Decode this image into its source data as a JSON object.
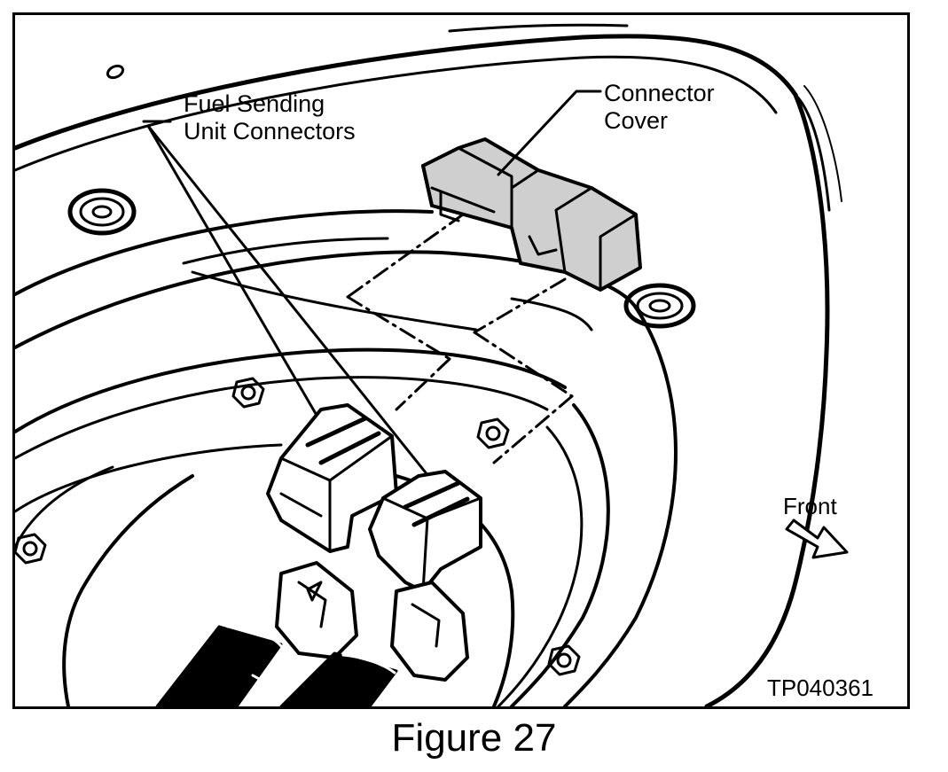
{
  "labels": {
    "fuel_sending_line1": "Fuel Sending",
    "fuel_sending_line2": "Unit Connectors",
    "connector_cover_line1": "Connector",
    "connector_cover_line2": "Cover",
    "front": "Front",
    "figure_code": "TP040361"
  },
  "caption": "Figure 27",
  "colors": {
    "line": "#000000",
    "cover_fill": "#cfcfcf",
    "background": "#ffffff"
  }
}
